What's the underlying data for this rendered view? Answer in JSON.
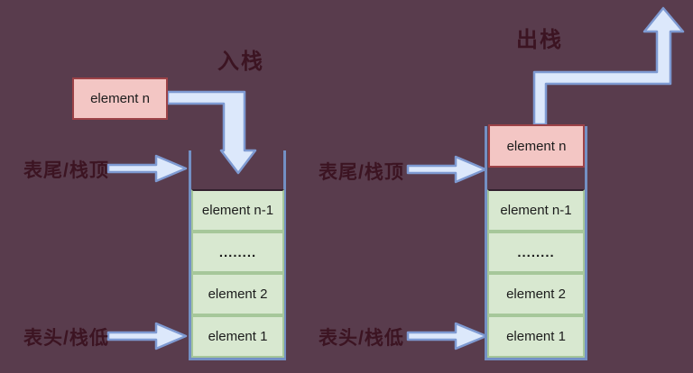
{
  "diagram": {
    "left": {
      "operation_label": "入栈",
      "floating_element": "element n",
      "pointer_top": "表尾/栈顶",
      "pointer_bottom": "表头/栈低",
      "cells": [
        "element n-1",
        "........",
        "element 2",
        "element 1"
      ]
    },
    "right": {
      "operation_label": "出栈",
      "top_element": "element n",
      "pointer_top": "表尾/栈顶",
      "pointer_bottom": "表头/栈低",
      "cells": [
        "element n-1",
        "........",
        "element 2",
        "element 1"
      ]
    },
    "colors": {
      "background": "#593c4d",
      "label_text": "#3c1422",
      "pink_fill": "#f3c6c4",
      "pink_border": "#9c4247",
      "green_fill": "#d8e8d0",
      "green_border": "#a6c79a",
      "arrow_fill": "#dce8fb",
      "arrow_stroke": "#7e9ad2",
      "container_stroke": "#7390c4"
    }
  }
}
